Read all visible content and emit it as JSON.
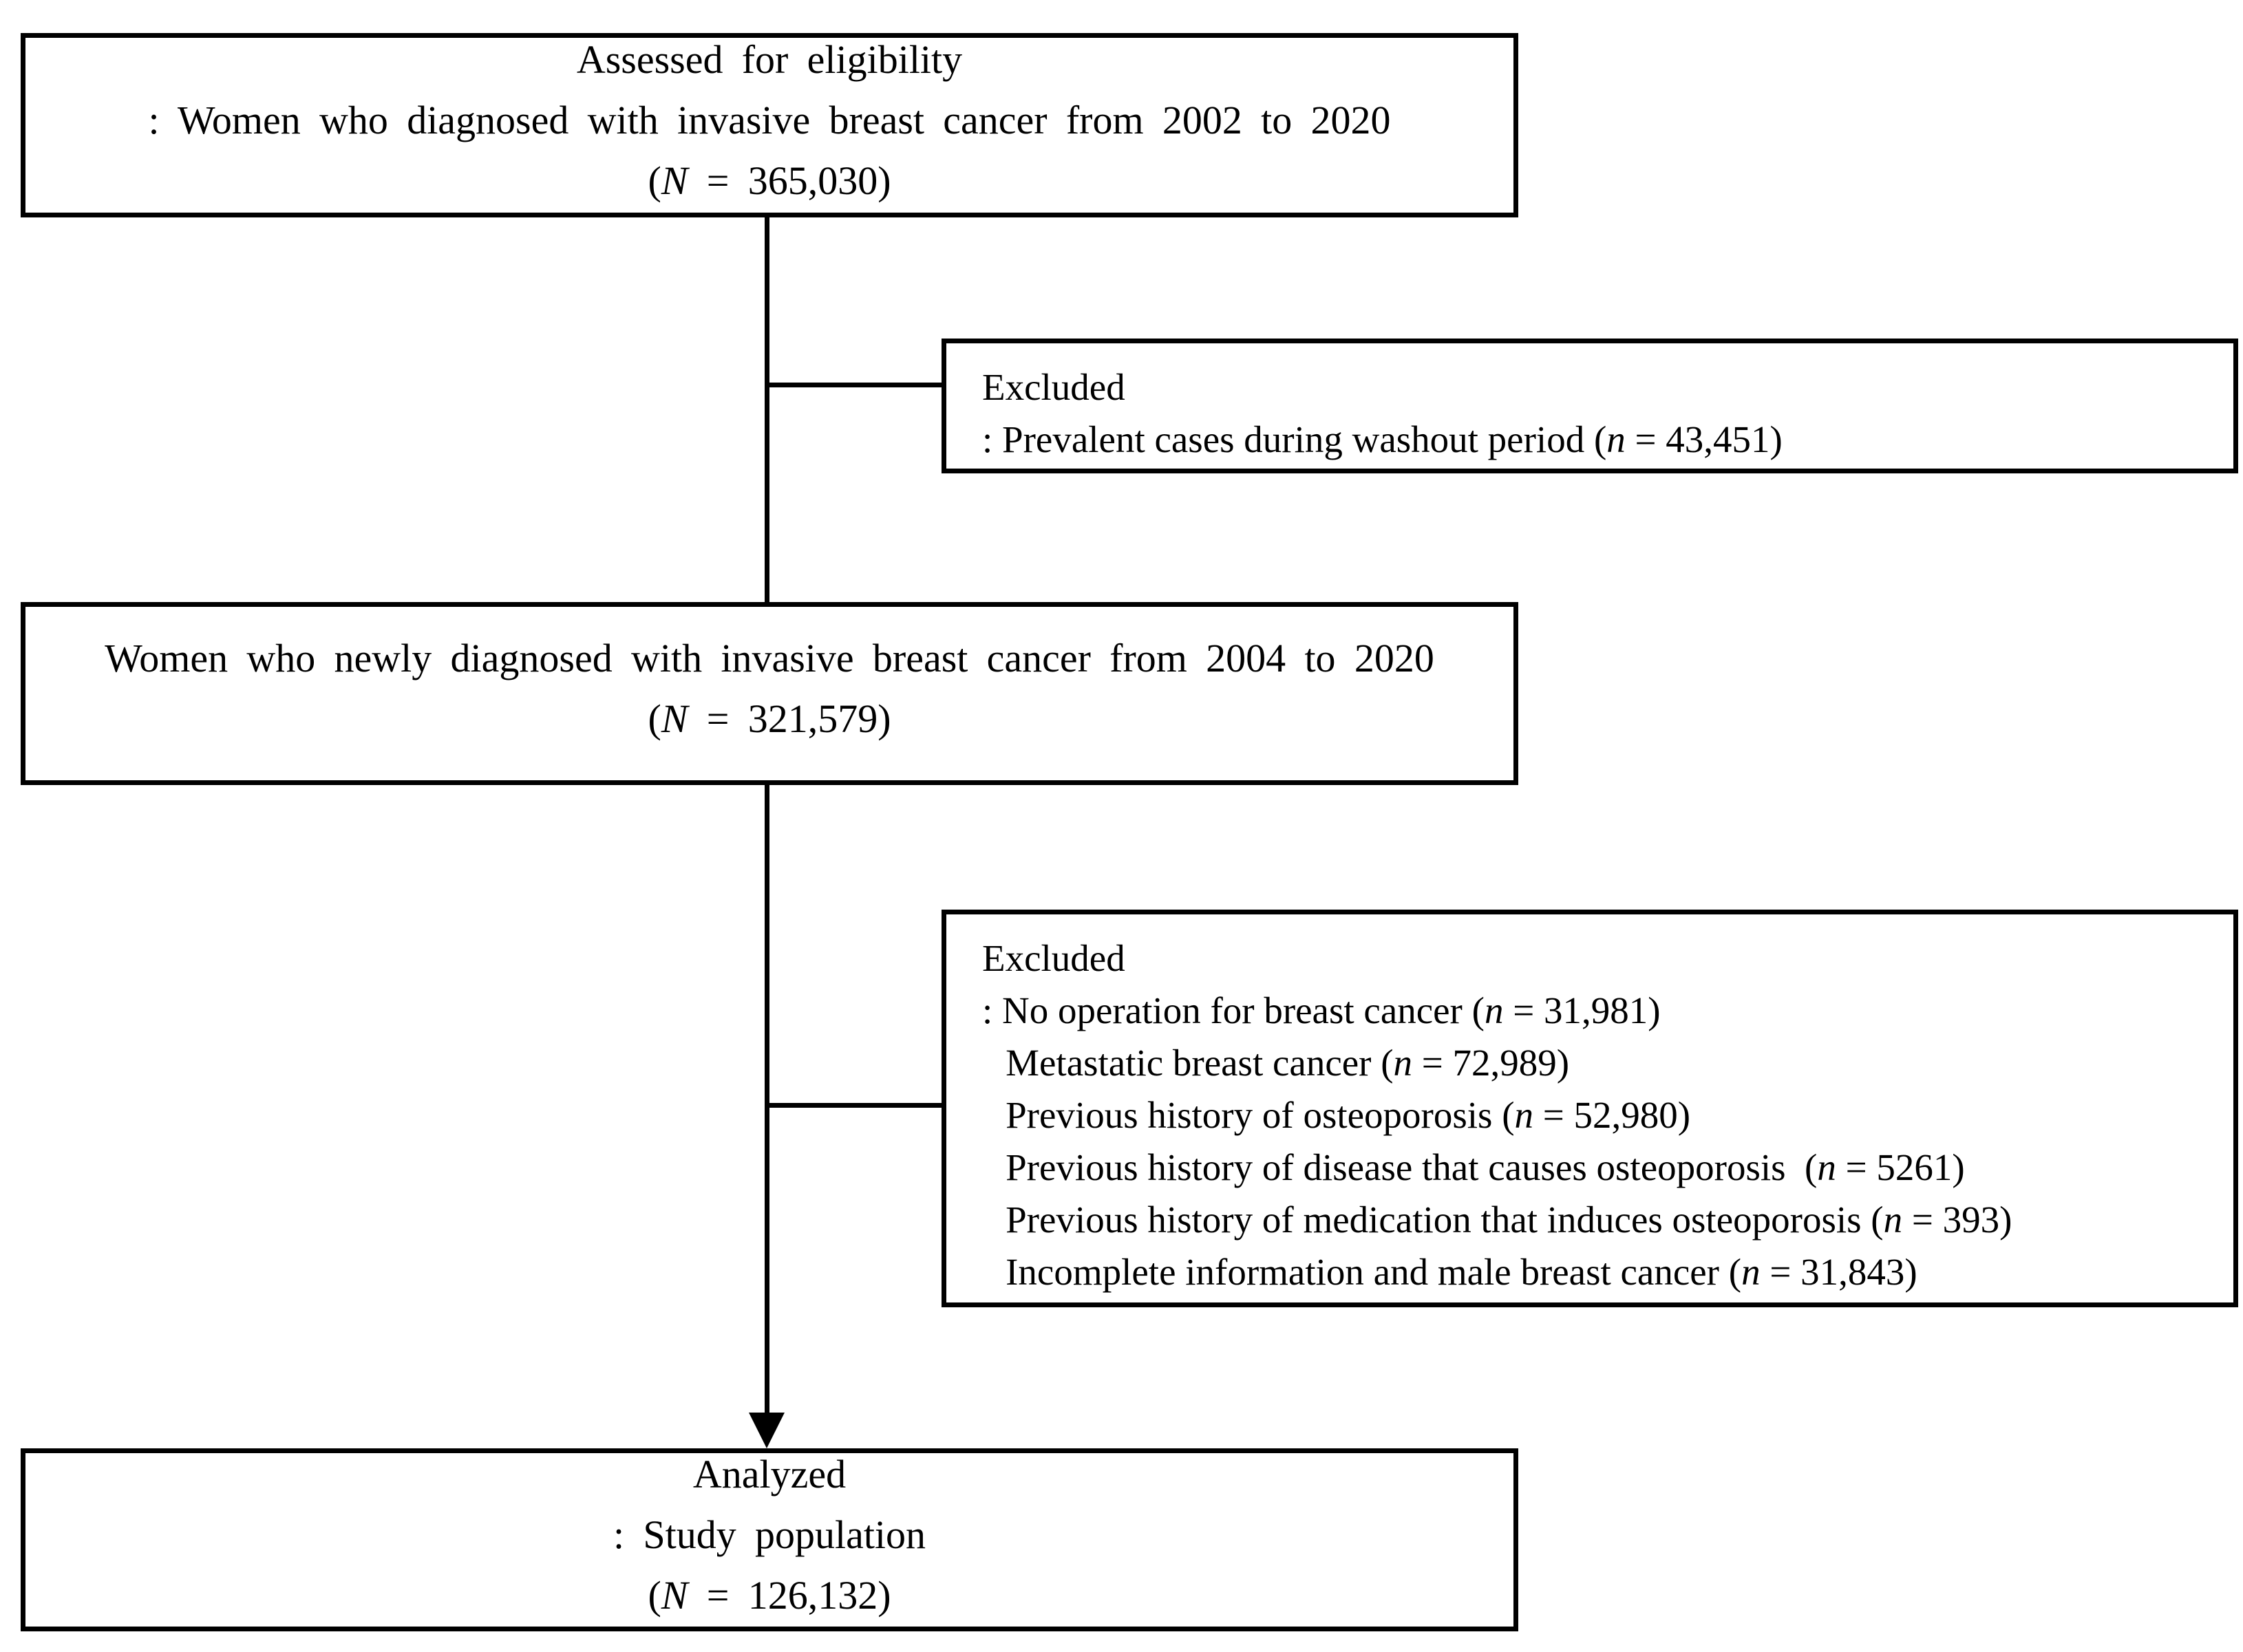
{
  "colors": {
    "ink": "#000000",
    "background": "#ffffff"
  },
  "diagram": {
    "boxes": {
      "eligibility": {
        "lines": [
          "Assessed for eligibility",
          ": Women who diagnosed with invasive breast cancer from 2002 to 2020",
          "(N = 365,030)"
        ]
      },
      "excluded_washout": {
        "lines": [
          "Excluded",
          ": Prevalent cases during washout period (n = 43,451)"
        ]
      },
      "newly_diagnosed": {
        "lines": [
          "Women who newly diagnosed with invasive breast cancer from 2004 to 2020",
          "(N = 321,579)"
        ]
      },
      "excluded_criteria": {
        "lines": [
          "Excluded",
          ": No operation for breast cancer (n = 31,981)",
          {
            "text": "Metastatic breast cancer (n = 72,989)",
            "indent": true
          },
          {
            "text": "Previous history of osteoporosis (n = 52,980)",
            "indent": true
          },
          {
            "text": "Previous history of disease that causes osteoporosis  (n = 5261)",
            "indent": true
          },
          {
            "text": "Previous history of medication that induces osteoporosis (n = 393)",
            "indent": true
          },
          {
            "text": "Incomplete information and male breast cancer (n = 31,843)",
            "indent": true
          }
        ]
      },
      "analyzed": {
        "lines": [
          "Analyzed",
          ": Study population",
          "(N = 126,132)"
        ]
      }
    },
    "connectors": [
      {
        "name": "arrow-eligibility-to-newly-diagnosed",
        "type": "down-arrow",
        "branch_to": "excluded_washout"
      },
      {
        "name": "arrow-newly-diagnosed-to-analyzed",
        "type": "down-arrow",
        "branch_to": "excluded_criteria"
      }
    ]
  }
}
